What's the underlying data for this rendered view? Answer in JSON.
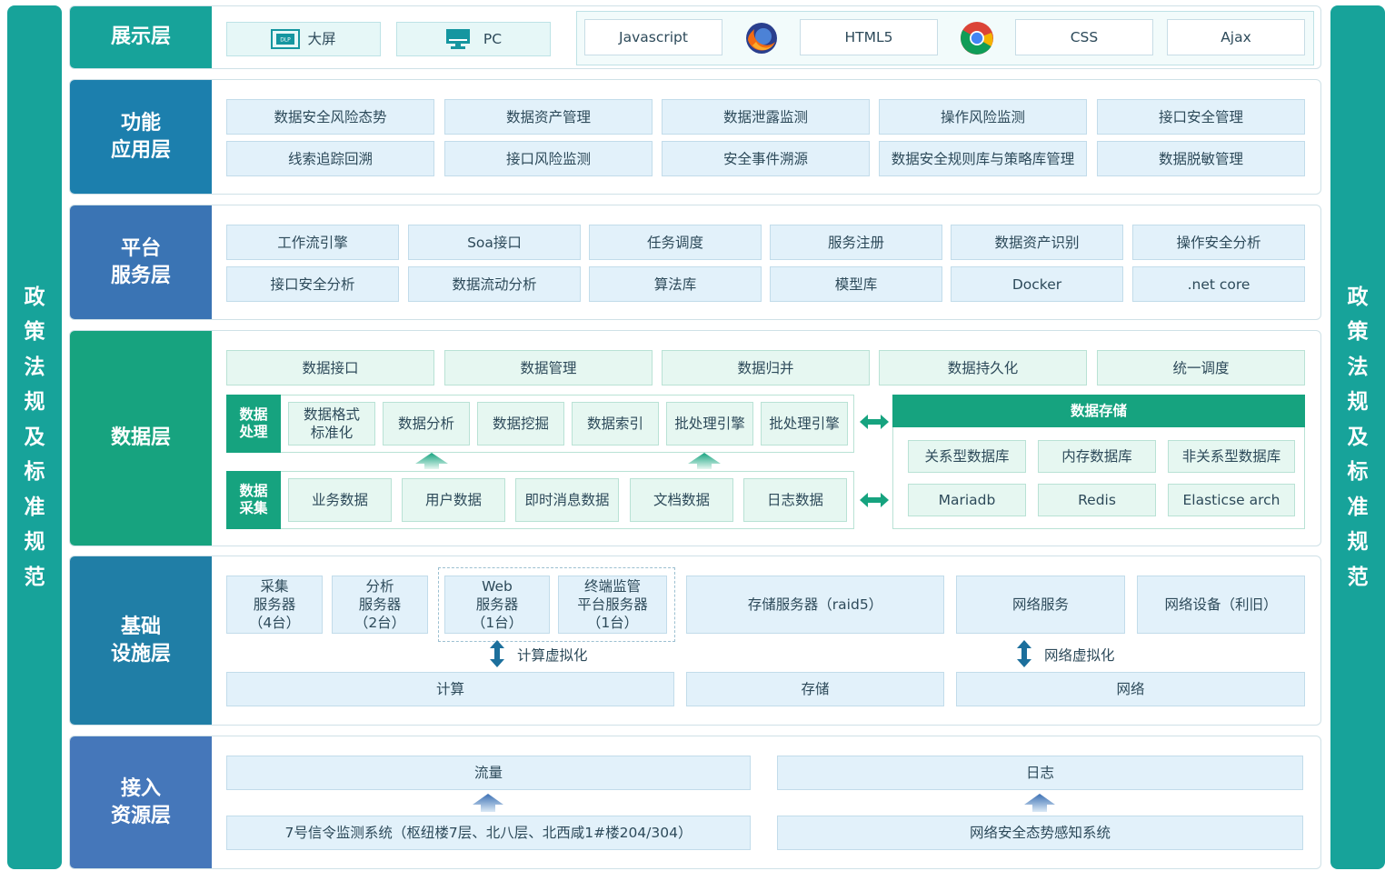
{
  "policy": {
    "chars": [
      "政",
      "策",
      "法",
      "规",
      "及",
      "标",
      "准",
      "规",
      "范"
    ]
  },
  "colors": {
    "side": "#17a39a",
    "display": "#17a39a",
    "function": "#1c7fad",
    "platform": "#3a74b4",
    "data": "#17a37f",
    "infra": "#207ea6",
    "access": "#4577ba"
  },
  "display": {
    "label": "展示层",
    "screen": {
      "icon": "dlp-screen-icon",
      "label": "大屏"
    },
    "pc": {
      "icon": "monitor-icon",
      "label": "PC"
    },
    "tech": [
      "Javascript",
      "HTML5",
      "CSS",
      "Ajax"
    ],
    "icons": [
      "firefox-icon",
      "chrome-icon"
    ]
  },
  "function": {
    "label_lines": [
      "功能",
      "应用层"
    ],
    "row1": [
      "数据安全风险态势",
      "数据资产管理",
      "数据泄露监测",
      "操作风险监测",
      "接口安全管理"
    ],
    "row2": [
      "线索追踪回溯",
      "接口风险监测",
      "安全事件溯源",
      "数据安全规则库与策略库管理",
      "数据脱敏管理"
    ]
  },
  "platform": {
    "label_lines": [
      "平台",
      "服务层"
    ],
    "row1": [
      "工作流引擎",
      "Soa接口",
      "任务调度",
      "服务注册",
      "数据资产识别",
      "操作安全分析"
    ],
    "row2": [
      "接口安全分析",
      "数据流动分析",
      "算法库",
      "模型库",
      "Docker",
      ".net core"
    ]
  },
  "data": {
    "label": "数据层",
    "top": [
      "数据接口",
      "数据管理",
      "数据归并",
      "数据持久化",
      "统一调度"
    ],
    "processing": {
      "title_lines": [
        "数据",
        "处理"
      ],
      "first_lines": [
        "数据格式",
        "标准化"
      ],
      "items": [
        "数据分析",
        "数据挖掘",
        "数据索引",
        "批处理引擎",
        "批处理引擎"
      ]
    },
    "collection": {
      "title_lines": [
        "数据",
        "采集"
      ],
      "items": [
        "业务数据",
        "用户数据",
        "即时消息数据",
        "文档数据",
        "日志数据"
      ]
    },
    "storage": {
      "title": "数据存储",
      "row1": [
        "关系型数据库",
        "内存数据库",
        "非关系型数据库"
      ],
      "row2": [
        "Mariadb",
        "Redis",
        "Elasticse arch"
      ]
    }
  },
  "infra": {
    "label_lines": [
      "基础",
      "设施层"
    ],
    "servers": [
      {
        "lines": [
          "采集",
          "服务器",
          "（4台）"
        ]
      },
      {
        "lines": [
          "分析",
          "服务器",
          "（2台）"
        ]
      },
      {
        "lines": [
          "Web",
          "服务器",
          "（1台）"
        ]
      },
      {
        "lines": [
          "终端监管",
          "平台服务器",
          "（1台）"
        ]
      }
    ],
    "storage_server": "存储服务器（raid5）",
    "network_service": "网络服务",
    "network_device": "网络设备（利旧）",
    "compute_virt": "计算虚拟化",
    "network_virt": "网络虚拟化",
    "bottom": [
      "计算",
      "存储",
      "网络"
    ]
  },
  "access": {
    "label_lines": [
      "接入",
      "资源层"
    ],
    "traffic": "流量",
    "log": "日志",
    "signal_system": "7号信令监测系统（枢纽楼7层、北八层、北西咸1#楼204/304）",
    "situation_system": "网络安全态势感知系统"
  }
}
